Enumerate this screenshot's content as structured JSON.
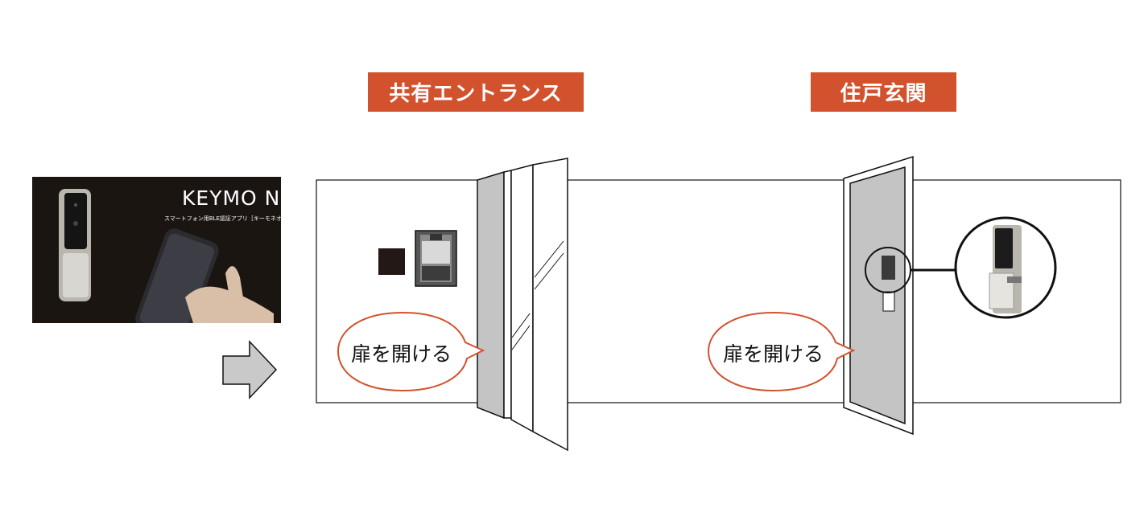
{
  "labels": {
    "shared_entrance": "共有エントランス",
    "front_door": "住戸玄関"
  },
  "product": {
    "title": "KEYMO NEO",
    "subtitle": "スマートフォン用BLE認証アプリ［キーモネオ］"
  },
  "bubbles": {
    "entrance": "扉を開ける",
    "front_door": "扉を開ける"
  },
  "colors": {
    "accent": "#d2522e",
    "door_fill": "#c4c4c4",
    "wall_line": "#111111"
  },
  "icons": {
    "arrow": "right-arrow-icon",
    "reader": "card-reader-icon",
    "keypad": "intercom-panel-icon",
    "lock": "smart-lock-icon"
  }
}
